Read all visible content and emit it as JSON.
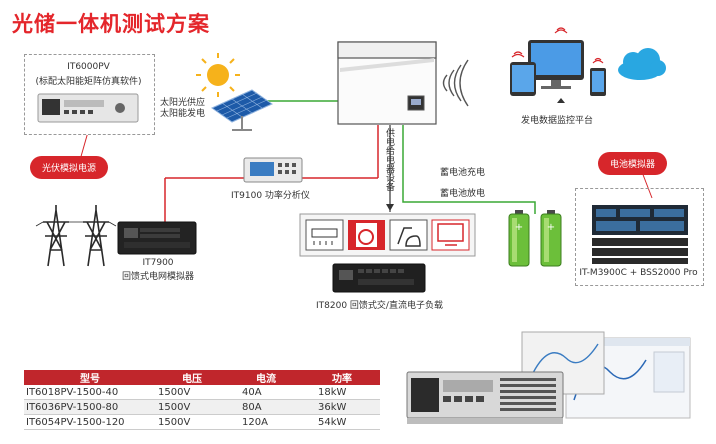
{
  "title": "光储一体机测试方案",
  "pv_sim": {
    "model": "IT6000PV",
    "note": "(标配太阳能矩阵仿真软件)",
    "tag": "光伏模拟电源"
  },
  "solar_label_1": "太阳光供应",
  "solar_label_2": "太阳能发电",
  "power_analyzer": "IT9100 功率分析仪",
  "grid_sim": {
    "model": "IT7900",
    "desc": "回馈式电网模拟器"
  },
  "load_vertical": "供电给电器设备",
  "electronic_load": "IT8200 回馈式交/直流电子负载",
  "monitor_label": "发电数据监控平台",
  "battery_charge": "蓄电池充电",
  "battery_discharge": "蓄电池放电",
  "battery_sim": {
    "tag": "电池模拟器",
    "model": "IT-M3900C + BSS2000 Pro"
  },
  "colors": {
    "brand_red": "#e4262b",
    "line_green": "#3aa935",
    "line_red": "#d7262b",
    "cloud_blue": "#29a7e1"
  },
  "table": {
    "headers": [
      "型号",
      "电压",
      "电流",
      "功率"
    ],
    "rows": [
      [
        "IT6018PV-1500-40",
        "1500V",
        "40A",
        "18kW"
      ],
      [
        "IT6036PV-1500-80",
        "1500V",
        "80A",
        "36kW"
      ],
      [
        "IT6054PV-1500-120",
        "1500V",
        "120A",
        "54kW"
      ]
    ]
  }
}
